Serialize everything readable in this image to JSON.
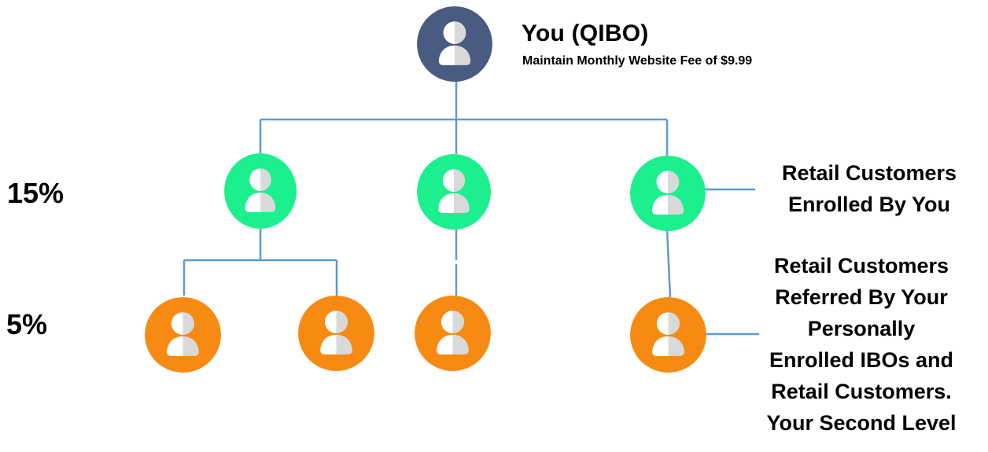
{
  "root": {
    "title": "You (QIBO)",
    "subtitle": "Maintain Monthly Website Fee of $9.99",
    "icon": "person-icon",
    "color": "#4a5b82"
  },
  "levels": [
    {
      "percent": "15%",
      "color": "#1cf08e"
    },
    {
      "percent": "5%",
      "color": "#f78a13"
    }
  ],
  "labels": {
    "level1": [
      "Retail Customers",
      "Enrolled By You"
    ],
    "level2": [
      "Retail Customers",
      "Referred By Your",
      "Personally",
      "Enrolled IBOs and",
      "Retail Customers.",
      "Your Second Level"
    ]
  },
  "connector_color": "#5b9bd5"
}
